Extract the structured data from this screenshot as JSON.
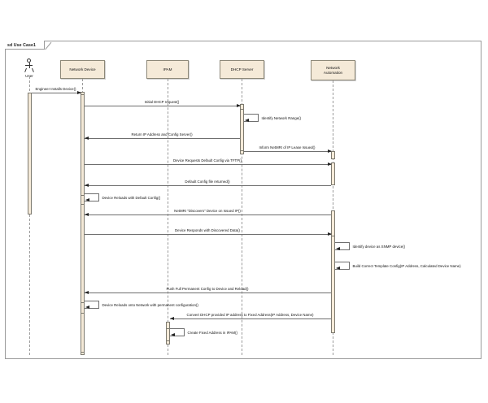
{
  "diagram": {
    "kind": "uml-sequence-diagram",
    "frame_label": "sd Use Case1",
    "background": "#ffffff",
    "participant_fill": "#f5ead8",
    "participant_stroke": "#8d8878",
    "lifeline_color": "#9b9b9b",
    "message_color": "#6e6e6e"
  },
  "participants": [
    {
      "id": "user",
      "label": "User",
      "type": "actor"
    },
    {
      "id": "network_device",
      "label": "Network Device",
      "type": "object"
    },
    {
      "id": "ipam",
      "label": "IPAM",
      "type": "object"
    },
    {
      "id": "dhcp_server",
      "label": "DHCP Server",
      "type": "object"
    },
    {
      "id": "network_automation",
      "label": "Network\nAutomation",
      "type": "object"
    }
  ],
  "messages": [
    {
      "n": 1,
      "text": "Engineer Installs Device()",
      "from": "user",
      "to": "network_device",
      "kind": "call"
    },
    {
      "n": 2,
      "text": "Initial DHCP request()",
      "from": "network_device",
      "to": "dhcp_server",
      "kind": "call"
    },
    {
      "n": 3,
      "text": "Identify Network Range()",
      "from": "dhcp_server",
      "to": "dhcp_server",
      "kind": "self"
    },
    {
      "n": 4,
      "text": "Return IP Address and Config Server()",
      "from": "dhcp_server",
      "to": "network_device",
      "kind": "return"
    },
    {
      "n": 5,
      "text": "Inform NetMRI of IP Lease Issued()",
      "from": "dhcp_server",
      "to": "network_automation",
      "kind": "call"
    },
    {
      "n": 6,
      "text": "Device Requests Default Config via TFTP()",
      "from": "network_device",
      "to": "network_automation",
      "kind": "call"
    },
    {
      "n": 7,
      "text": "Default Config file returned()",
      "from": "network_automation",
      "to": "network_device",
      "kind": "return"
    },
    {
      "n": 8,
      "text": "Device Reloads with Default Config()",
      "from": "network_device",
      "to": "network_device",
      "kind": "self"
    },
    {
      "n": 9,
      "text": "NetMRI \"Discovers\" Device on Issued IP()",
      "from": "network_automation",
      "to": "network_device",
      "kind": "call"
    },
    {
      "n": 10,
      "text": "Device Responds with Discovered Data()",
      "from": "network_device",
      "to": "network_automation",
      "kind": "call"
    },
    {
      "n": 11,
      "text": "Identify device as SNMP device()",
      "from": "network_automation",
      "to": "network_automation",
      "kind": "self"
    },
    {
      "n": 12,
      "text": "Build Correct Template Config(IP Address, Calculated Device Name)",
      "from": "network_automation",
      "to": "network_automation",
      "kind": "self"
    },
    {
      "n": 13,
      "text": "Push Full Permanent Config to Device and Reload()",
      "from": "network_automation",
      "to": "network_device",
      "kind": "call"
    },
    {
      "n": 14,
      "text": "Device Reloads onto Network with permanent configuration()",
      "from": "network_device",
      "to": "network_device",
      "kind": "self"
    },
    {
      "n": 15,
      "text": "Convert DHCP provided IP address to Fixed Address(IP Address, Device Name)",
      "from": "network_automation",
      "to": "ipam",
      "kind": "call"
    },
    {
      "n": 16,
      "text": "Create Fixed Address in IPAM()",
      "from": "ipam",
      "to": "ipam",
      "kind": "self"
    }
  ]
}
